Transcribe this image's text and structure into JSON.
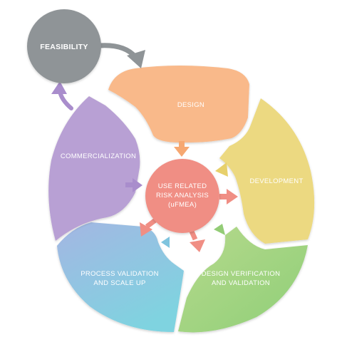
{
  "nodes": {
    "feasibility": {
      "label": "FEASIBILITY",
      "color": "#8f9497"
    },
    "center": {
      "lines": [
        "USE RELATED",
        "RISK ANALYSIS",
        "(uFMEA)"
      ],
      "color": "#f08e84"
    },
    "design": {
      "label": "DESIGN",
      "color": "#f9b98a"
    },
    "development": {
      "label": "DEVELOPMENT",
      "color": "#ecd981"
    },
    "verification": {
      "lines": [
        "DESIGN VERIFICATION",
        "AND VALIDATION"
      ],
      "color_start": "#b6d98c",
      "color_end": "#8fcf78"
    },
    "process": {
      "lines": [
        "PROCESS VALIDATION",
        "AND SCALE UP"
      ],
      "color_start": "#a4b6e3",
      "color_end": "#7fd3e0"
    },
    "commercialization": {
      "label": "COMMERCIALIZATION",
      "color": "#b8a0d4"
    }
  },
  "colors": {
    "arrow_gray": "#8f9497",
    "arrow_salmon": "#f08e84",
    "arrow_orange": "#f6a872",
    "arrow_purple": "#a98dcc",
    "arrow_yellow": "#e7d06b",
    "arrow_green": "#93cc76",
    "arrow_blue": "#7fc4de"
  }
}
